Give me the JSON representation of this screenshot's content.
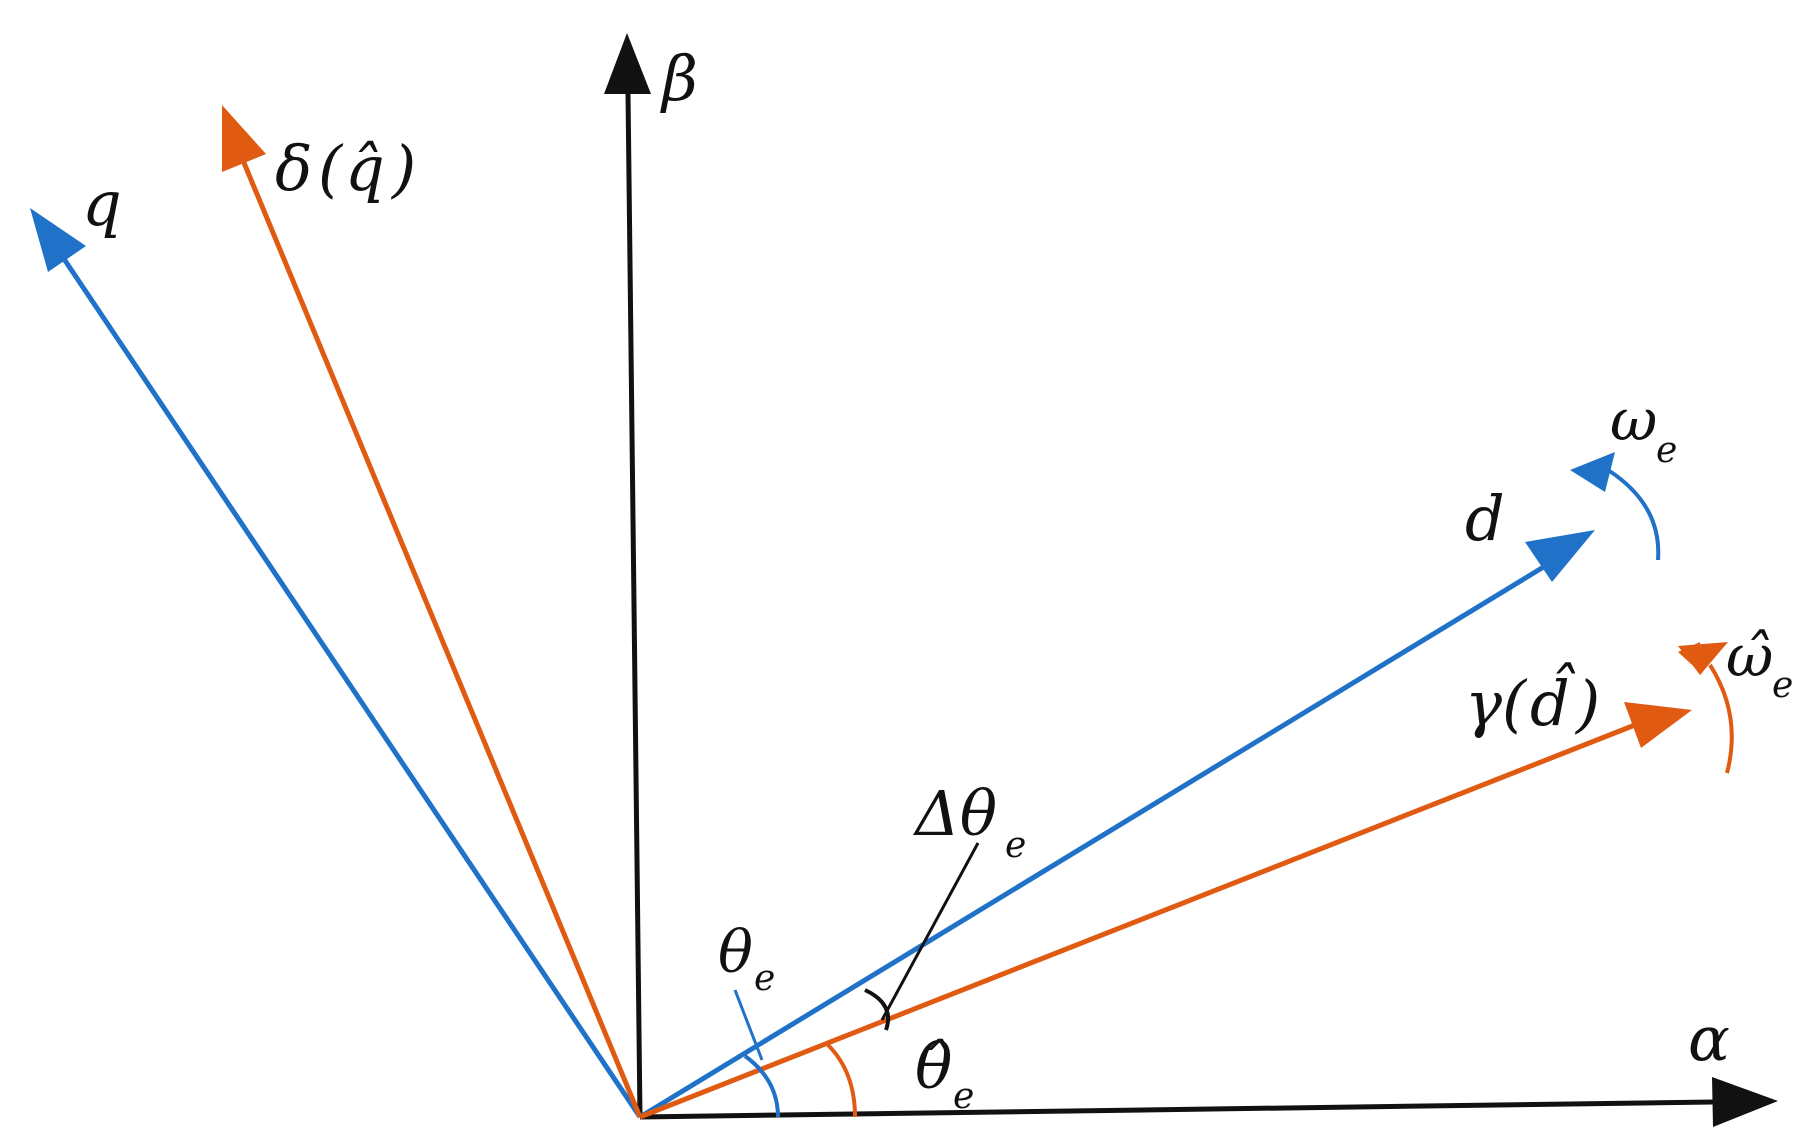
{
  "diagram": {
    "colors": {
      "axis": "#111111",
      "actual": "#1f72c8",
      "estimated": "#e05a12"
    },
    "labels": {
      "alpha": "α",
      "beta": "β",
      "q": "q",
      "delta": "δ",
      "q_hat": "q̂",
      "d": "d",
      "gamma": "γ",
      "d_hat": "d̂",
      "omega": "ω",
      "omega_hat": "ω̂",
      "theta": "θ",
      "theta_hat": "θ̂",
      "delta_theta": "Δθ",
      "sub_e": "e",
      "paren_open": "(",
      "paren_close": ")"
    }
  }
}
